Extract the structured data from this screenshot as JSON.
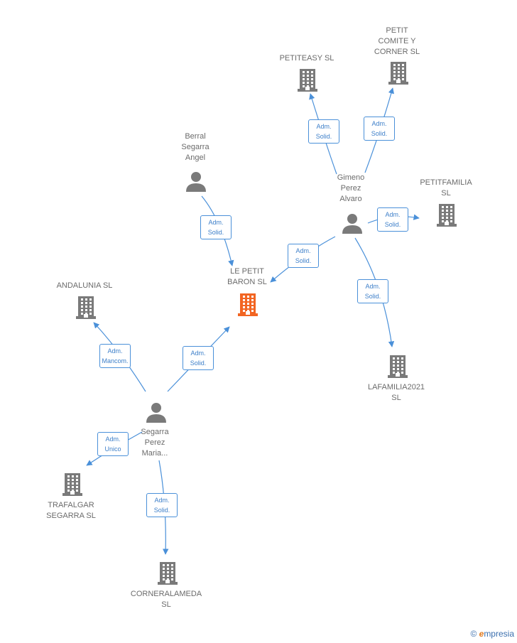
{
  "colors": {
    "person": "#7a7a7a",
    "company": "#7a7a7a",
    "focus": "#f26522",
    "link": "#4a90d9"
  },
  "nodes": [
    {
      "id": "le-petit-baron",
      "type": "company",
      "focus": true,
      "label": "LE PETIT\nBARON  SL"
    },
    {
      "id": "berral",
      "type": "person",
      "label": "Berral\nSegarra\nAngel"
    },
    {
      "id": "gimeno",
      "type": "person",
      "label": "Gimeno\nPerez\nAlvaro"
    },
    {
      "id": "segarra",
      "type": "person",
      "label": "Segarra\nPerez\nMaria..."
    },
    {
      "id": "petiteasy",
      "type": "company",
      "label": "PETITEASY  SL"
    },
    {
      "id": "petit-comite",
      "type": "company",
      "label": "PETIT\nCOMITE Y\nCORNER  SL"
    },
    {
      "id": "petitfamilia",
      "type": "company",
      "label": "PETITFAMILIA\nSL"
    },
    {
      "id": "lafamilia",
      "type": "company",
      "label": "LAFAMILIA2021\nSL"
    },
    {
      "id": "andalunia",
      "type": "company",
      "label": "ANDALUNIA SL"
    },
    {
      "id": "trafalgar",
      "type": "company",
      "label": "TRAFALGAR\nSEGARRA  SL"
    },
    {
      "id": "corneralameda",
      "type": "company",
      "label": "CORNERALAMEDA\nSL"
    }
  ],
  "edges": [
    {
      "from": "berral",
      "to": "le-petit-baron",
      "label": "Adm.\nSolid."
    },
    {
      "from": "gimeno",
      "to": "le-petit-baron",
      "label": "Adm.\nSolid."
    },
    {
      "from": "gimeno",
      "to": "petiteasy",
      "label": "Adm.\nSolid."
    },
    {
      "from": "gimeno",
      "to": "petit-comite",
      "label": "Adm.\nSolid."
    },
    {
      "from": "gimeno",
      "to": "petitfamilia",
      "label": "Adm.\nSolid."
    },
    {
      "from": "gimeno",
      "to": "lafamilia",
      "label": "Adm.\nSolid."
    },
    {
      "from": "segarra",
      "to": "le-petit-baron",
      "label": "Adm.\nSolid."
    },
    {
      "from": "segarra",
      "to": "andalunia",
      "label": "Adm.\nMancom."
    },
    {
      "from": "segarra",
      "to": "trafalgar",
      "label": "Adm.\nUnico"
    },
    {
      "from": "segarra",
      "to": "corneralameda",
      "label": "Adm.\nSolid."
    }
  ],
  "footer": {
    "copyright": "©",
    "brand_initial": "e",
    "brand_rest": "mpresia"
  }
}
